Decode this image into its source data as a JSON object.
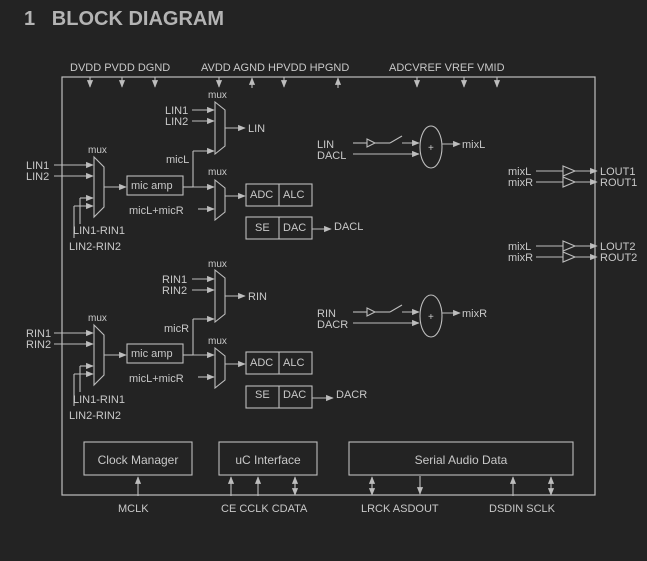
{
  "heading": {
    "number": "1",
    "text": "BLOCK DIAGRAM"
  },
  "pins": {
    "top_left": "DVDD PVDD DGND",
    "top_mid": "AVDD AGND HPVDD HPGND",
    "top_right": "ADCVREF VREF VMID",
    "bottom_mclk": "MCLK",
    "bottom_ce": "CE CCLK CDATA",
    "bottom_lrck": "LRCK ASDOUT",
    "bottom_dsdin": "DSDIN SCLK"
  },
  "left_channel": {
    "in1": "LIN1",
    "in2": "LIN2",
    "mux1": "mux",
    "mux2": "mux",
    "mux3": "mux",
    "diff1": "LIN1-RIN1",
    "diff2": "LIN2-RIN2",
    "mic_amp": "mic amp",
    "mic": "micL",
    "mic_sum": "micL+micR",
    "bypass_out": "LIN",
    "adc": "ADC",
    "alc": "ALC",
    "se": "SE",
    "dac": "DAC",
    "dac_out": "DACL",
    "mixer_in1": "LIN",
    "mixer_in2": "DACL",
    "mixer_symbol": "+",
    "mixer_out": "mixL"
  },
  "right_channel": {
    "in1": "RIN1",
    "in2": "RIN2",
    "mux1": "mux",
    "mux2": "mux",
    "mux3": "mux",
    "diff1": "LIN1-RIN1",
    "diff2": "LIN2-RIN2",
    "mic_amp": "mic amp",
    "mic": "micR",
    "mic_sum": "micL+micR",
    "bypass_out": "RIN",
    "adc": "ADC",
    "alc": "ALC",
    "se": "SE",
    "dac": "DAC",
    "dac_out": "DACR",
    "mixer_in1": "RIN",
    "mixer_in2": "DACR",
    "mixer_symbol": "+",
    "mixer_out": "mixR"
  },
  "outputs": {
    "pair1": {
      "in_l": "mixL",
      "in_r": "mixR",
      "out_l": "LOUT1",
      "out_r": "ROUT1"
    },
    "pair2": {
      "in_l": "mixL",
      "in_r": "mixR",
      "out_l": "LOUT2",
      "out_r": "ROUT2"
    }
  },
  "blocks": {
    "clock": "Clock Manager",
    "uc": "uC Interface",
    "serial": "Serial Audio Data"
  }
}
